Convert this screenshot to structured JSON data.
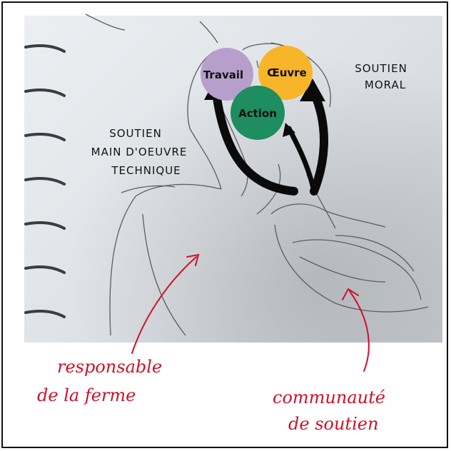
{
  "bubbles": {
    "travail": "Travail",
    "oeuvre": "Œuvre",
    "action": "Action"
  },
  "labels": {
    "soutien_technique": [
      "SOUTIEN",
      "MAIN D'OEUVRE",
      "TECHNIQUE"
    ],
    "soutien_moral": [
      "SOUTIEN",
      "MORAL"
    ]
  },
  "notes": {
    "responsable": [
      "responsable",
      "de la ferme"
    ],
    "communaute": [
      "communauté",
      "de soutien"
    ]
  },
  "colors": {
    "travail": "#b79fcc",
    "oeuvre": "#f7b52a",
    "action": "#1e8d5f",
    "red": "#d0102a"
  }
}
